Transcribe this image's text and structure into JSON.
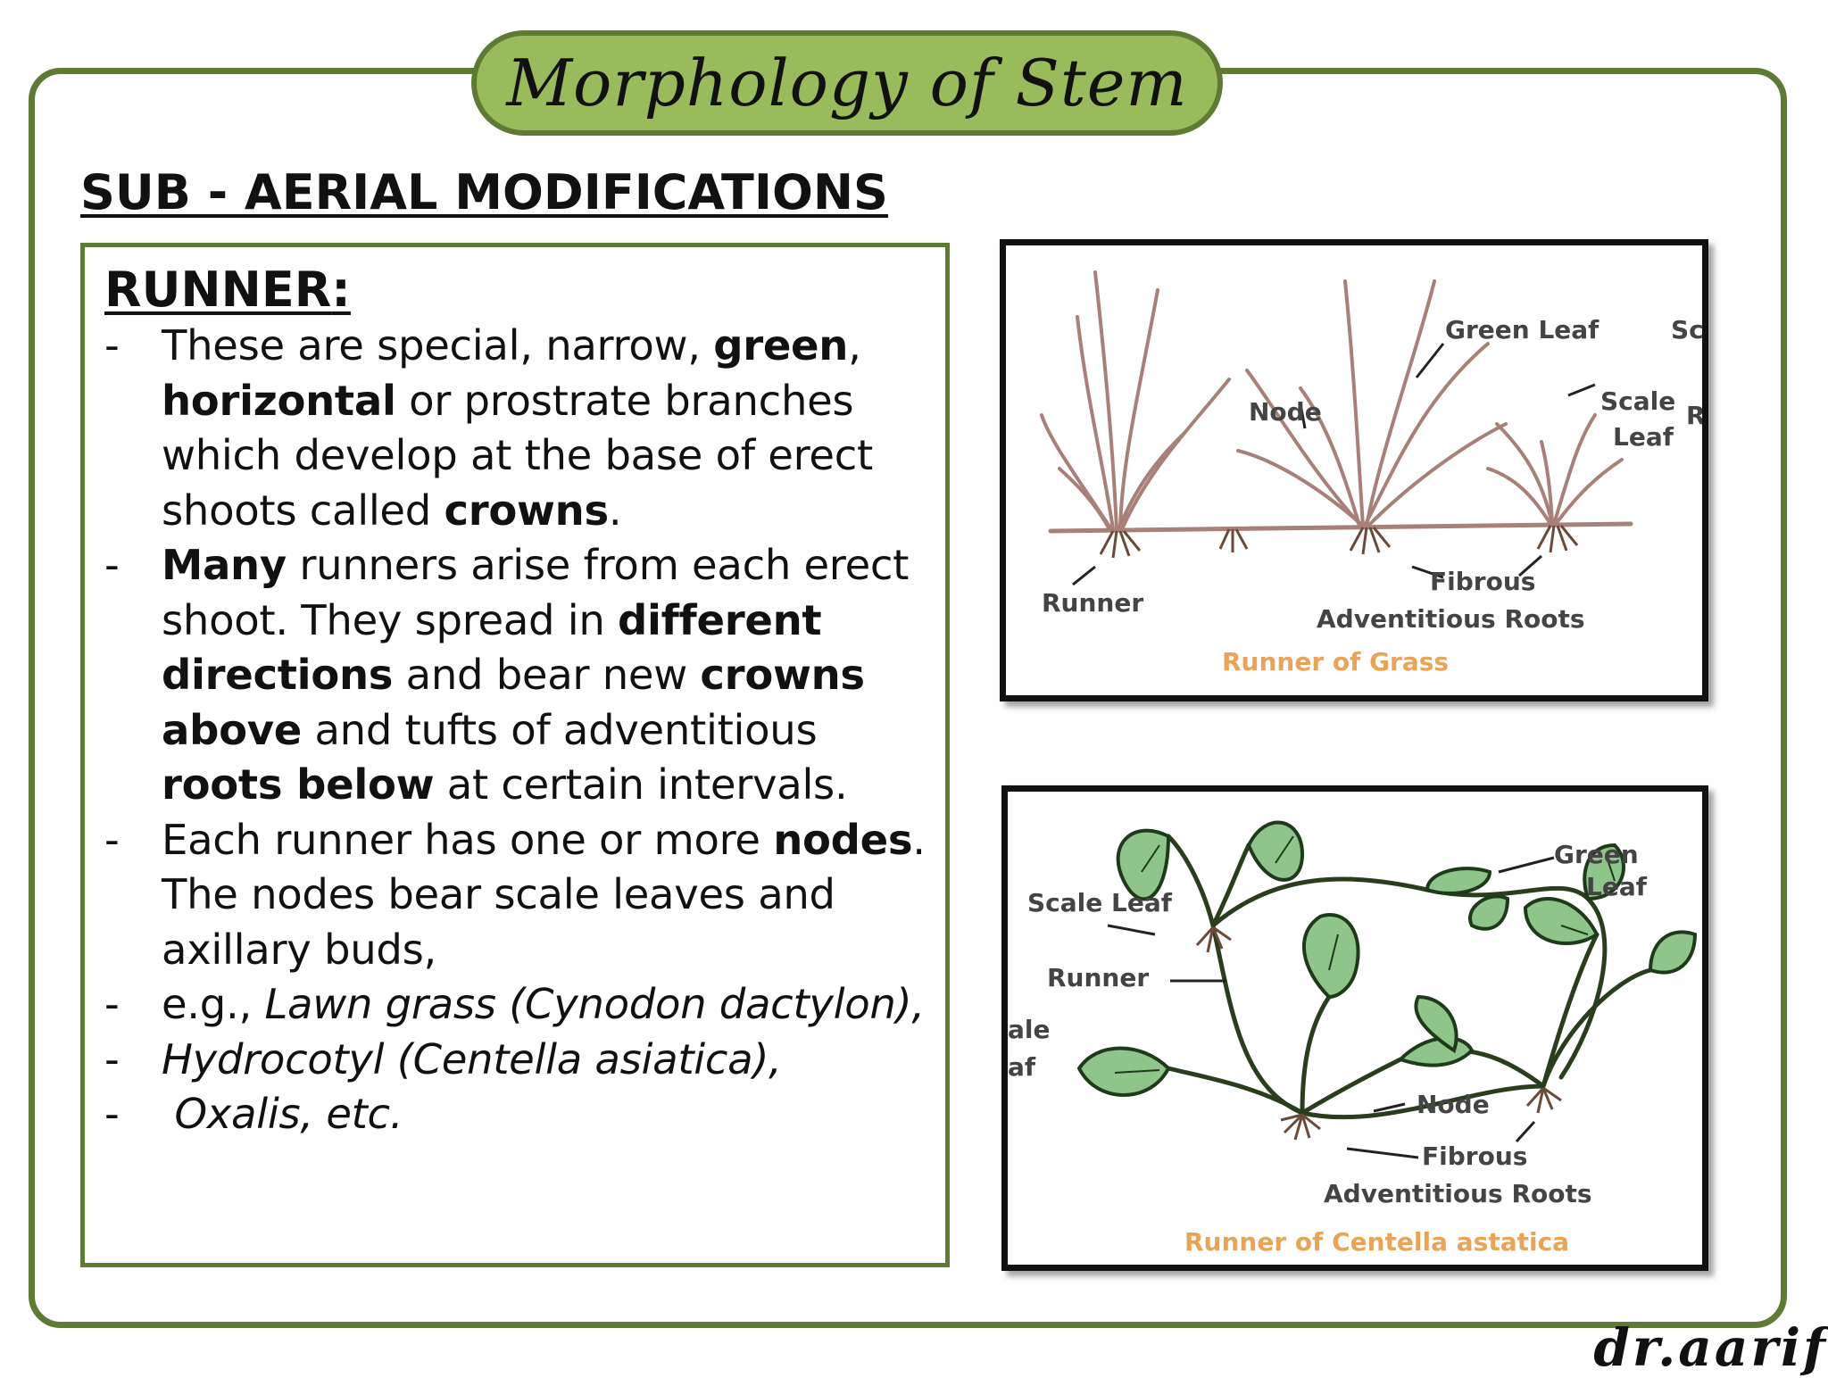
{
  "title": "Morphology of Stem",
  "section_heading": "SUB - AERIAL MODIFICATIONS",
  "runner_heading": "RUNNER",
  "runner_heading_colon": ":",
  "bullets": {
    "b1": {
      "t1": "These are special, narrow, ",
      "b_green": "green",
      "t2": ", ",
      "b_horizontal": "horizontal",
      "t3": " or prostrate branches which develop at the base of erect shoots called ",
      "b_crowns": "crowns",
      "t4": "."
    },
    "b2": {
      "b_many": "Many",
      "t1": " runners arise from each erect shoot. They spread in ",
      "b_directions": "different directions",
      "t2": " and bear new ",
      "b_crowns_above": "crowns above",
      "t3": " and tufts of adventitious ",
      "b_roots_below": "roots below",
      "t4": " at certain intervals."
    },
    "b3": {
      "t1": "Each runner has one or more ",
      "b_nodes": "nodes",
      "t2": ". The nodes bear scale leaves and axillary buds,"
    },
    "b4": {
      "t1": "e.g., ",
      "i1": "Lawn grass (Cynodon dactylon),"
    },
    "b5": {
      "i1": "Hydrocotyl (Centella asiatica),"
    },
    "b6": {
      "i1": " Oxalis, etc."
    },
    "dash": "-"
  },
  "figure_grass": {
    "labels": {
      "green_leaf": "Green Leaf",
      "sc": "Sc",
      "r": "R",
      "node": "Node",
      "scale": "Scale",
      "leaf": "Leaf",
      "runner": "Runner",
      "fibrous": "Fibrous",
      "adventitious_roots": "Adventitious Roots"
    },
    "caption": "Runner of Grass",
    "colors": {
      "stem": "#a8807a",
      "caption": "#e8a55a"
    }
  },
  "figure_centella": {
    "labels": {
      "green": "Green",
      "leaf": "Leaf",
      "scale_leaf": "Scale Leaf",
      "runner": "Runner",
      "ale": "ale",
      "af": "af",
      "node": "Node",
      "fibrous": "Fibrous",
      "adventitious_roots": "Adventitious Roots"
    },
    "caption": "Runner of Centella astatica",
    "colors": {
      "leaf_fill": "#8fc58a",
      "leaf_stroke": "#1e3a1a",
      "caption": "#e8a55a"
    }
  },
  "signature": "dr.aarif",
  "colors": {
    "frame": "#5f7a35",
    "title_fill": "#9abb5c"
  }
}
